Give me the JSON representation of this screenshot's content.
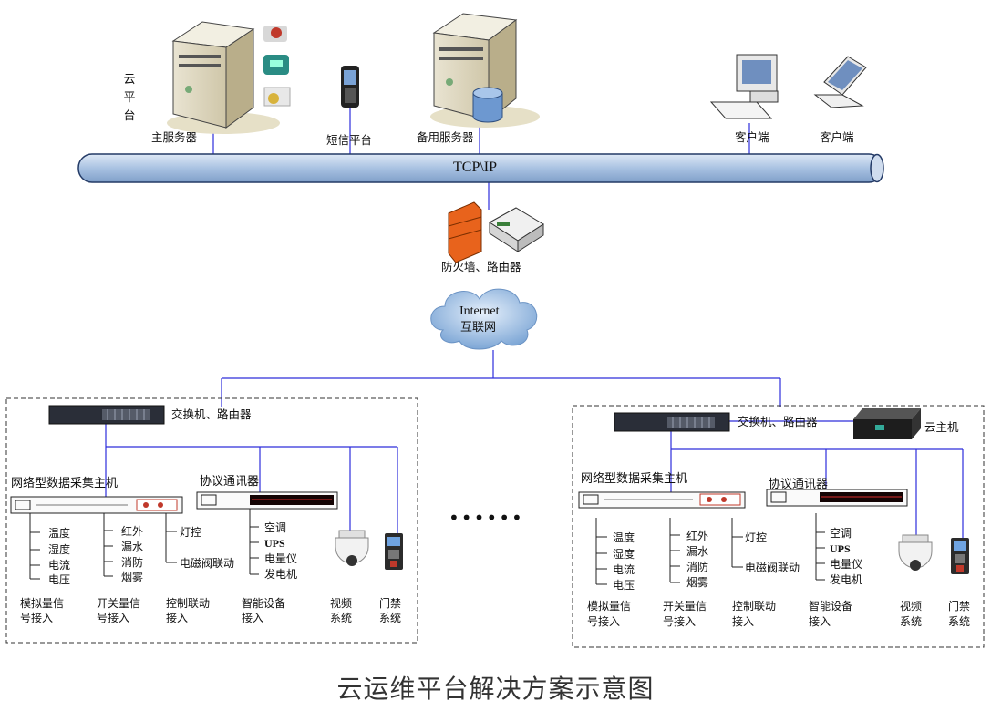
{
  "top": {
    "cloud_platform_label": "云平台",
    "main_server": "主服务器",
    "sms_platform": "短信平台",
    "backup_server": "备用服务器",
    "client1": "客户端",
    "client2": "客户端",
    "bus_label": "TCP\\IP",
    "firewall_router": "防火墙、路由器",
    "internet_en": "Internet",
    "internet_cn": "互联网"
  },
  "left_site": {
    "switch_router": "交换机、路由器",
    "data_host": "网络型数据采集主机",
    "protocol_comm": "协议通讯器",
    "analog_items": [
      "温度",
      "湿度",
      "电流",
      "电压"
    ],
    "switch_items": [
      "红外",
      "漏水",
      "消防",
      "烟雾"
    ],
    "control_items": [
      "灯控",
      "电磁阀联动"
    ],
    "smart_items": [
      "空调",
      "UPS",
      "电量仪",
      "发电机"
    ],
    "cat_analog": [
      "模拟量信",
      "号接入"
    ],
    "cat_switch": [
      "开关量信",
      "号接入"
    ],
    "cat_control": [
      "控制联动",
      "接入"
    ],
    "cat_smart": [
      "智能设备",
      "接入"
    ],
    "cat_video": [
      "视频",
      "系统"
    ],
    "cat_access": [
      "门禁",
      "系统"
    ]
  },
  "right_site": {
    "switch_router": "交换机、路由器",
    "cloud_host": "云主机",
    "data_host": "网络型数据采集主机",
    "protocol_comm": "协议通讯器",
    "analog_items": [
      "温度",
      "湿度",
      "电流",
      "电压"
    ],
    "switch_items": [
      "红外",
      "漏水",
      "消防",
      "烟雾"
    ],
    "control_items": [
      "灯控",
      "电磁阀联动"
    ],
    "smart_items": [
      "空调",
      "UPS",
      "电量仪",
      "发电机"
    ],
    "cat_analog": [
      "模拟量信",
      "号接入"
    ],
    "cat_switch": [
      "开关量信",
      "号接入"
    ],
    "cat_control": [
      "控制联动",
      "接入"
    ],
    "cat_smart": [
      "智能设备",
      "接入"
    ],
    "cat_video": [
      "视频",
      "系统"
    ],
    "cat_access": [
      "门禁",
      "系统"
    ]
  },
  "ellipsis": "••••••",
  "caption": "云运维平台解决方案示意图",
  "colors": {
    "line": "#2d2ddb",
    "bus": "#b9cde6",
    "cloud": "#8fb4dc"
  }
}
